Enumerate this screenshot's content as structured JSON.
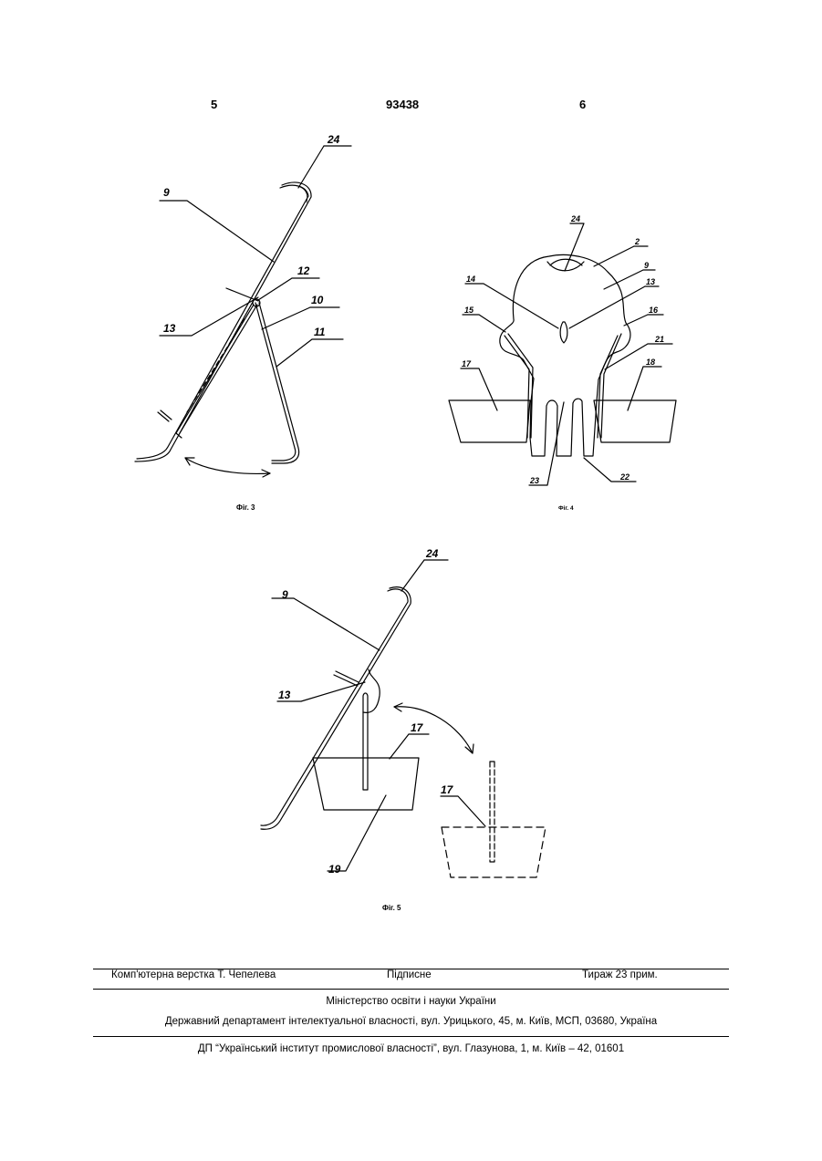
{
  "header": {
    "left_page": "5",
    "patent_number": "93438",
    "right_page": "6"
  },
  "figures": {
    "fig3": {
      "caption": "Фіг. 3",
      "labels": {
        "l24": "24",
        "l9": "9",
        "l12": "12",
        "l10": "10",
        "l13": "13",
        "l11": "11"
      }
    },
    "fig4": {
      "caption": "Фіг. 4",
      "labels": {
        "l24": "24",
        "l2": "2",
        "l9": "9",
        "l14": "14",
        "l13": "13",
        "l15": "15",
        "l16": "16",
        "l17": "17",
        "l21": "21",
        "l18": "18",
        "l23": "23",
        "l22": "22"
      }
    },
    "fig5": {
      "caption": "Фіг. 5",
      "labels": {
        "l24": "24",
        "l9": "9",
        "l13": "13",
        "l17a": "17",
        "l17b": "17",
        "l19": "19"
      }
    }
  },
  "footer": {
    "layout": "Комп'ютерна верстка Т. Чепелева",
    "signed": "Підписне",
    "print_run": "Тираж 23 прим.",
    "ministry": "Міністерство освіти і науки України",
    "department": "Державний департамент інтелектуальної власності, вул. Урицького, 45, м. Київ, МСП, 03680, Україна",
    "institute": "ДП “Український інститут промислової власності”, вул. Глазунова, 1, м. Київ – 42, 01601"
  }
}
